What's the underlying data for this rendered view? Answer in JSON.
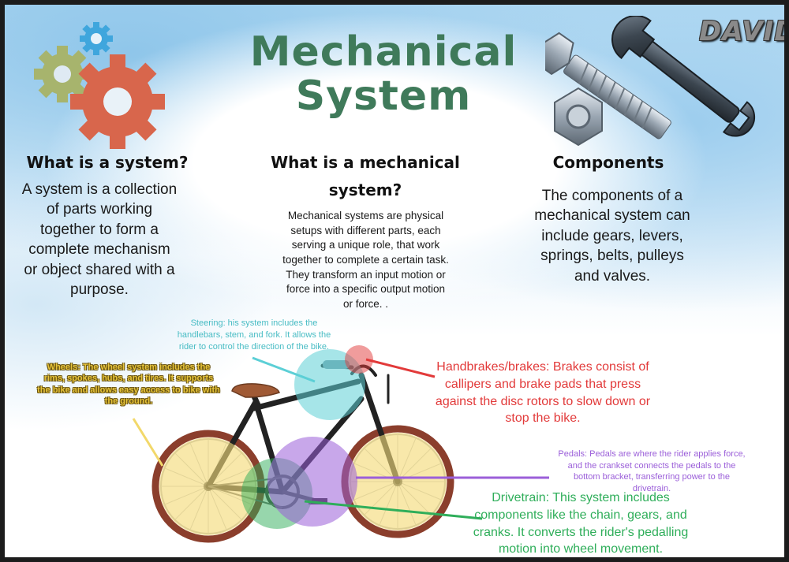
{
  "watermark": "DAVID",
  "title": {
    "line1": "Mechanical",
    "line2": "System"
  },
  "sections": [
    {
      "heading": "What is a system?",
      "body": "A system is a collection\nof parts working\ntogether to form a\ncomplete mechanism\nor object shared with a\npurpose."
    },
    {
      "heading_line1": "What is a mechanical",
      "heading_line2": "system?",
      "body": "Mechanical systems are physical\nsetups with different parts, each\nserving a unique role, that work\ntogether to complete a certain task.\nThey transform an input motion or\nforce into a specific output motion\nor force. ."
    },
    {
      "heading": "Components",
      "body": "The components of a\nmechanical system can\ninclude gears, levers,\nsprings, belts, pulleys\nand valves."
    }
  ],
  "callouts": {
    "steering": "Steering: his system includes the\nhandlebars, stem, and fork. It allows the\nrider to control the direction of the bike.",
    "wheels": "Wheels: The wheel system includes the\nrims, spokes, hubs, and tires. It supports\nthe bike and allows easy access to bike with\nthe ground.",
    "brakes": "Handbrakes/brakes: Brakes consist of\ncallipers and brake pads that press\nagainst the disc rotors to slow down or\nstop the bike.",
    "pedals": "Pedals: Pedals are where the rider applies force,\nand the crankset connects the pedals to the\nbottom bracket, transferring power to the\ndrivetrain.",
    "drivetrain": "Drivetrain: This system includes\ncomponents like the chain, gears, and\ncranks. It converts the rider's pedalling\nmotion into wheel movement."
  },
  "colors": {
    "title": "#3f7a5a",
    "steering": "#5ccfd6",
    "wheels": "#d9b53a",
    "brakes": "#e23a3a",
    "pedals": "#9b5fd9",
    "drivetrain": "#2fae5a",
    "tire": "#8b3e2c",
    "frame": "#222222"
  },
  "icons": [
    "gear-icon",
    "bolt-icon",
    "nut-icon",
    "wrench-icon",
    "bicycle-illustration"
  ]
}
